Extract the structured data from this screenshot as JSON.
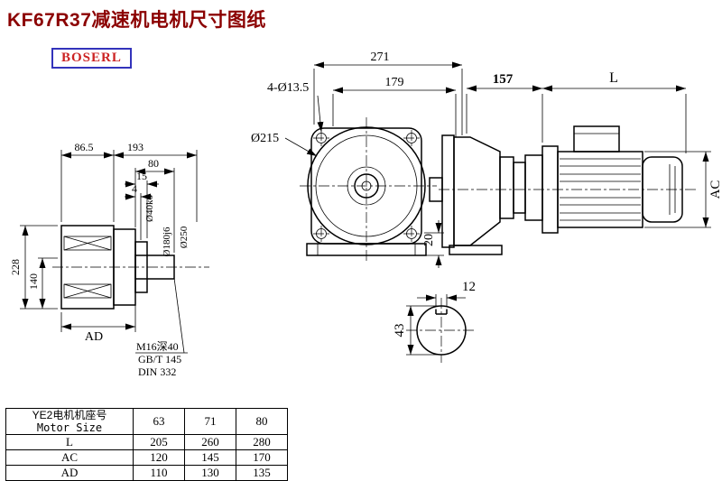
{
  "page": {
    "title": "KF67R37减速机电机尺寸图纸",
    "brand": "BOSERL"
  },
  "drawing": {
    "front": {
      "dim_271": "271",
      "dim_179": "179",
      "holes": "4-Ø13.5",
      "d215": "Ø215",
      "dim_20": "20"
    },
    "right": {
      "dim_157": "157",
      "dim_L": "L",
      "dim_AC": "AC"
    },
    "left": {
      "dim_86_5": "86.5",
      "dim_193": "193",
      "dim_80": "80",
      "dim_15": "15",
      "dim_4": "4",
      "dim_228": "228",
      "dim_140": "140",
      "dim_AD": "AD",
      "d40": "Ø40k6",
      "d180": "Ø180j6",
      "d250": "Ø250",
      "thread": "M16深40",
      "std1": "GB/T 145",
      "std2": "DIN 332"
    },
    "shaft": {
      "dim_12": "12",
      "dim_43": "43"
    }
  },
  "table": {
    "header": {
      "label_cn": "YE2电机机座号",
      "label_en": "Motor Size",
      "cols": [
        "63",
        "71",
        "80"
      ]
    },
    "rows": [
      {
        "label": "L",
        "values": [
          "205",
          "260",
          "280"
        ]
      },
      {
        "label": "AC",
        "values": [
          "120",
          "145",
          "170"
        ]
      },
      {
        "label": "AD",
        "values": [
          "110",
          "130",
          "135"
        ]
      }
    ]
  }
}
